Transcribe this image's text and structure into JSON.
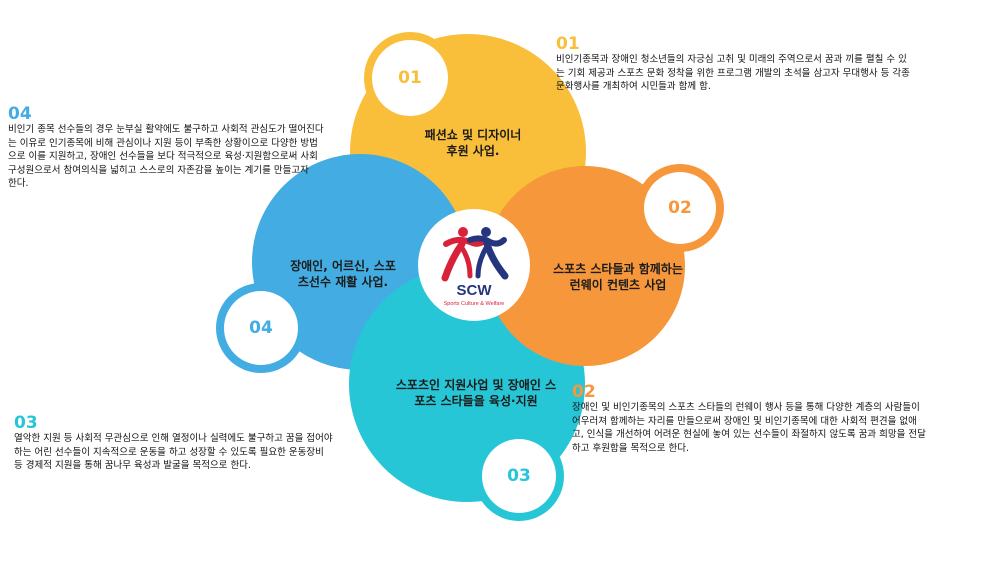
{
  "colors": {
    "petal_01": "#f9bf3a",
    "petal_02": "#f5973a",
    "petal_03": "#27c6d6",
    "petal_04": "#43ace2",
    "logo_red": "#d8223a",
    "logo_navy": "#25357e"
  },
  "logo": {
    "name": "SCW",
    "subtitle": "Sports Culture & Welfare",
    "icon": "two-athletes-icon"
  },
  "petals": [
    {
      "id": "01",
      "label_line1": "패션쇼 및 디자이너",
      "label_line2": "후원 사업."
    },
    {
      "id": "02",
      "label_line1": "스포츠 스타들과 함께하는",
      "label_line2": "런웨이 컨텐츠 사업"
    },
    {
      "id": "03",
      "label_line1": "스포츠인 지원사업 및 장애인 스",
      "label_line2": "포츠 스타들을 육성·지원"
    },
    {
      "id": "04",
      "label_line1": "장애인, 어르신, 스포",
      "label_line2": "츠선수 재활 사업."
    }
  ],
  "descriptions": [
    {
      "id": "01",
      "text": " 비인기종목과 장애인 청소년들의 자긍심 고취 및 미래의 주역으로서 꿈과 끼를 펼칠 수 있\n는 기회 제공과 스포츠 문화 정착을 위한 프로그램 개발의 초석을 삼고자 무대행사 등 각종\n문화행사를 개최하여 시민들과 함께 함."
    },
    {
      "id": "02",
      "text": "장애인 및 비인기종목의 스포츠 스타들의 런웨이 행사 등을 통해 다양한 계층의 사람들이\n어우러져 함께하는 자리를 만들으로써 장애인 및 비인기종목에 대한 사회적 편견을 없애\n고, 인식을 개선하여 어려운 현실에 놓여 있는 선수들이 좌절하지 않도록 꿈과 희망을 전달\n하고 후원함을 목적으로 한다."
    },
    {
      "id": "03",
      "text": "열악한 지원 등 사회적 무관심으로 인해 열정이나 실력에도 불구하고 꿈을 접어야\n하는 어린 선수들이 지속적으로 운동을 하고 성장할 수 있도록 필요한 운동장비\n등 경제적 지원을 통해 꿈나무 육성과 발굴을 목적으로 한다."
    },
    {
      "id": "04",
      "text": "비인기 종목 선수들의 경우 눈부실 활약에도 불구하고 사회적 관심도가 떨어진다\n는 이유로 인기종목에 비해 관심이나 지원 등이 부족한 상황이으로 다양한 방법\n으로 이를 지원하고, 장애인 선수들을 보다 적극적으로 육성·지원함으로써 사회\n구성원으로서 참여의식을 넓히고 스스로의 자존감을 높이는 계기를 만들고자\n한다."
    }
  ]
}
